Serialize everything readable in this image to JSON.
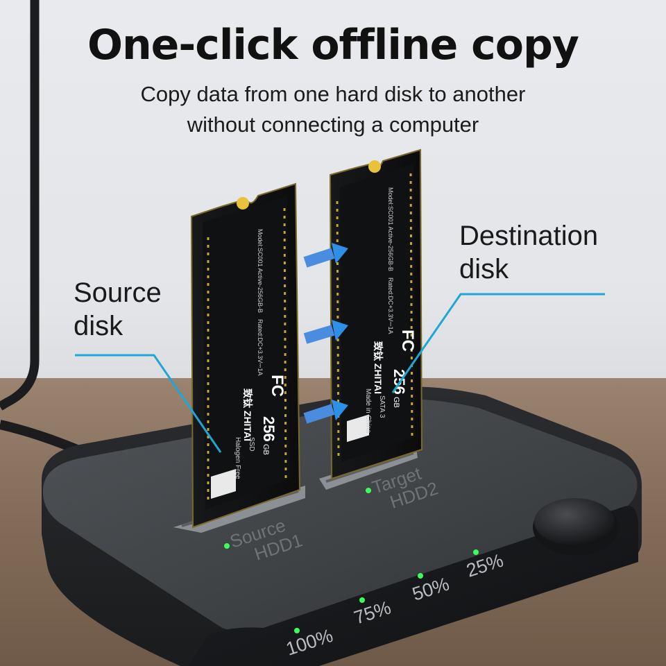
{
  "headline": "One-click offline copy",
  "subheadline": {
    "line1": "Copy data from one hard disk to another",
    "line2": "without connecting a computer"
  },
  "callouts": {
    "source": {
      "line1": "Source",
      "line2": "disk"
    },
    "destination": {
      "line1": "Destination",
      "line2": "disk"
    }
  },
  "slots": {
    "hdd1": {
      "line1": "Source",
      "line2": "HDD1"
    },
    "hdd2": {
      "line1": "Target",
      "line2": "HDD2"
    }
  },
  "progress_leds": [
    "100%",
    "75%",
    "50%",
    "25%"
  ],
  "ssd": {
    "brand": "致钛 ZHITAI",
    "capacity": "256",
    "capacity_unit": "GB",
    "type": "SSD",
    "interface": "SATA 3",
    "model": "Model:SC001 Active-256GB-B",
    "rating": "Rated:DC+3.3V⎓1A",
    "halogen": "Halogen Free",
    "origin": "Made in China",
    "fc_mark": "FC"
  },
  "colors": {
    "accent_line": "#1fa6d6",
    "led_green": "#3cff5a",
    "arrow_blue": "#2e8fe8",
    "dock_body": "#2e3033"
  }
}
